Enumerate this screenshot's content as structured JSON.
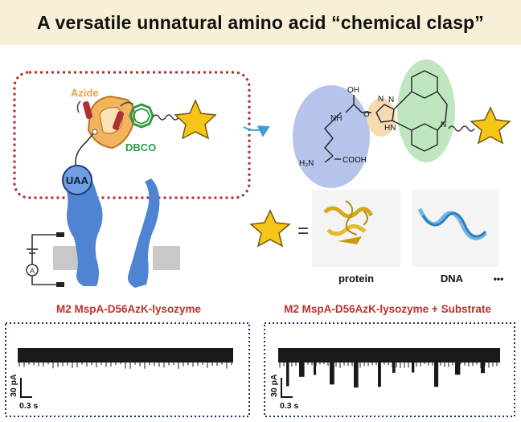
{
  "title": "A versatile unnatural amino acid  “chemical clasp”",
  "labels": {
    "azide": "Azide",
    "dbco": "DBCO",
    "uaa": "UAA",
    "oh": "OH",
    "nh": "NH",
    "o": "O",
    "n1": "N",
    "n2": "N",
    "hn": "HN",
    "n3": "N",
    "h2n": "H₂N",
    "cooh": "COOH",
    "equals": "=",
    "protein": "protein",
    "dna": "DNA",
    "ellipsis": "•••",
    "circuit_a": "A"
  },
  "traces": {
    "left": {
      "title": "M2 MspA-D56AzK-lysozyme",
      "scale_current": "30 pA",
      "scale_time": "0.3 s"
    },
    "right": {
      "title": "M2 MspA-D56AzK-lysozyme + Substrate",
      "scale_current": "30 pA",
      "scale_time": "0.3 s"
    }
  },
  "colors": {
    "title_band": "#f7f0d6",
    "dashed_box": "#b32a2a",
    "azide": "#e8a040",
    "dbco": "#3aa048",
    "pore": "#4f84d2",
    "star": "#f5c518",
    "trace_title": "#c0302b",
    "blue_ellipse": "#a9b8e8",
    "orange_ellipse": "#f7d6a8",
    "green_ellipse": "#b8e3b8"
  }
}
